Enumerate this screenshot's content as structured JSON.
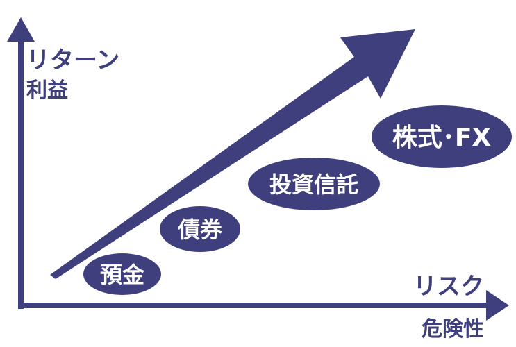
{
  "colors": {
    "primary": "#3f3f7e",
    "label_text": "#ffffff"
  },
  "y_axis": {
    "label_line1": "リターン",
    "label_line2": "利益"
  },
  "x_axis": {
    "label_line1": "リスク",
    "label_line2": "危険性"
  },
  "items": [
    {
      "label": "預金"
    },
    {
      "label": "債券"
    },
    {
      "label": "投資信託"
    },
    {
      "label": "株式･FX"
    }
  ]
}
